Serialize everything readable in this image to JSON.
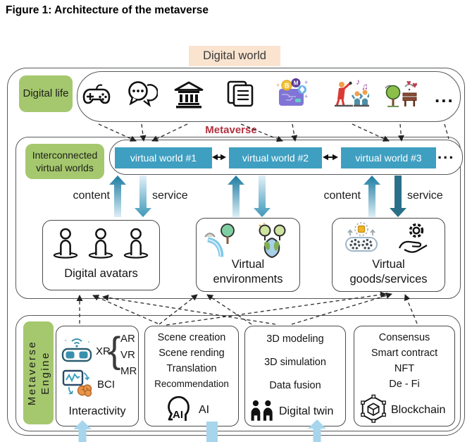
{
  "title": "Figure 1: Architecture of the metaverse",
  "labels": {
    "digital_world": "Digital world",
    "metaverse": "Metaverse",
    "digital_life": "Digital life",
    "interconnected": "Interconnected virtual worlds",
    "content": "content",
    "service": "service",
    "ellipsis": "..."
  },
  "digital_life_icons": [
    "gamepad",
    "chat-bubbles",
    "bank-building",
    "documents",
    "crypto-card",
    "concert",
    "park"
  ],
  "virtual_worlds": [
    "virtual world #1",
    "virtual world #2",
    "virtual world #3"
  ],
  "middle_boxes": [
    {
      "label": "Digital avatars"
    },
    {
      "label": "Virtual",
      "label2": "environments"
    },
    {
      "label": "Virtual",
      "label2": "goods/services"
    }
  ],
  "engine": {
    "label_line1": "Metaverse",
    "label_line2": "Engine",
    "boxes": [
      {
        "xr": "XR",
        "xr_modes": [
          "AR",
          "VR",
          "MR"
        ],
        "bci": "BCI",
        "label": "Interactivity"
      },
      {
        "items": [
          "Scene creation",
          "Scene rending",
          "Translation",
          "Recommendation"
        ],
        "icon_text": "AI",
        "label": "AI"
      },
      {
        "items": [
          "3D modeling",
          "3D simulation",
          "Data fusion"
        ],
        "label": "Digital twin"
      },
      {
        "items": [
          "Consensus",
          "Smart contract",
          "NFT",
          "De - Fi"
        ],
        "label": "Blockchain"
      }
    ]
  },
  "colors": {
    "green_label": "#a5c86e",
    "virtual_world_bar": "#3f9fc1",
    "digital_world_bg": "#fae3cf",
    "metaverse_text": "#b03240",
    "flow_arrow_dark": "#1b7ba0",
    "flow_arrow_light": "#ddeef6",
    "bottom_arrow": "#a7d5eb"
  }
}
